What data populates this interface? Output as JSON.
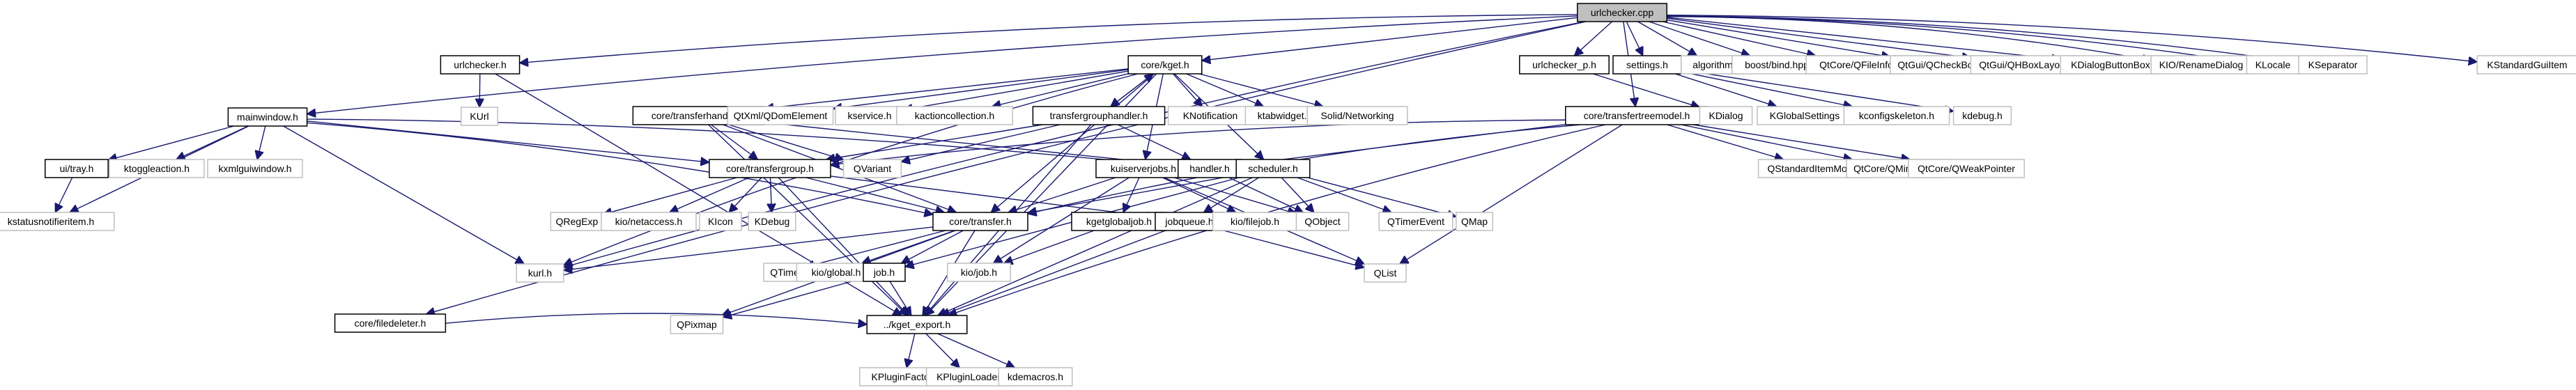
{
  "title": "urlchecker.cpp include dependency graph",
  "colors": {
    "edge": "#191970",
    "root_fill": "#bfbfbf",
    "internal_border": "#000000",
    "external_border": "#bfbfbf"
  },
  "nodes": [
    {
      "id": "root",
      "label": "urlchecker.cpp",
      "kind": "root"
    },
    {
      "id": "mainwindow",
      "label": "mainwindow.h",
      "kind": "internal"
    },
    {
      "id": "urlchecker_h",
      "label": "urlchecker.h",
      "kind": "internal"
    },
    {
      "id": "kget",
      "label": "core/kget.h",
      "kind": "internal"
    },
    {
      "id": "urlchecker_p",
      "label": "urlchecker_p.h",
      "kind": "internal"
    },
    {
      "id": "settings",
      "label": "settings.h",
      "kind": "internal"
    },
    {
      "id": "algorithm",
      "label": "algorithm",
      "kind": "external"
    },
    {
      "id": "bind",
      "label": "boost/bind.hpp",
      "kind": "external"
    },
    {
      "id": "qfileinfo",
      "label": "QtCore/QFileInfo",
      "kind": "external"
    },
    {
      "id": "qcheckbox",
      "label": "QtGui/QCheckBox",
      "kind": "external"
    },
    {
      "id": "qhbox",
      "label": "QtGui/QHBoxLayout",
      "kind": "external"
    },
    {
      "id": "kdbb",
      "label": "KDialogButtonBox",
      "kind": "external"
    },
    {
      "id": "rename",
      "label": "KIO/RenameDialog",
      "kind": "external"
    },
    {
      "id": "klocale",
      "label": "KLocale",
      "kind": "external"
    },
    {
      "id": "ksep",
      "label": "KSeparator",
      "kind": "external"
    },
    {
      "id": "ksgi",
      "label": "KStandardGuiItem",
      "kind": "external"
    },
    {
      "id": "kurl_top",
      "label": "KUrl",
      "kind": "external"
    },
    {
      "id": "transferhandler",
      "label": "core/transferhandler.h",
      "kind": "internal"
    },
    {
      "id": "qdom",
      "label": "QtXml/QDomElement",
      "kind": "external"
    },
    {
      "id": "kservice",
      "label": "kservice.h",
      "kind": "external"
    },
    {
      "id": "kaction",
      "label": "kactioncollection.h",
      "kind": "external"
    },
    {
      "id": "tgh",
      "label": "transfergrouphandler.h",
      "kind": "internal"
    },
    {
      "id": "knotif",
      "label": "KNotification",
      "kind": "external"
    },
    {
      "id": "ktab",
      "label": "ktabwidget.h",
      "kind": "external"
    },
    {
      "id": "solid",
      "label": "Solid/Networking",
      "kind": "external"
    },
    {
      "id": "ttm",
      "label": "core/transfertreemodel.h",
      "kind": "internal"
    },
    {
      "id": "kdialog",
      "label": "KDialog",
      "kind": "external"
    },
    {
      "id": "kglobal",
      "label": "KGlobalSettings",
      "kind": "external"
    },
    {
      "id": "kconfig",
      "label": "kconfigskeleton.h",
      "kind": "external"
    },
    {
      "id": "kdebugh",
      "label": "kdebug.h",
      "kind": "external"
    },
    {
      "id": "tray",
      "label": "ui/tray.h",
      "kind": "internal"
    },
    {
      "id": "ktoggle",
      "label": "ktoggleaction.h",
      "kind": "external"
    },
    {
      "id": "kxml",
      "label": "kxmlguiwindow.h",
      "kind": "external"
    },
    {
      "id": "tgroup",
      "label": "core/transfergroup.h",
      "kind": "internal"
    },
    {
      "id": "qvariant",
      "label": "QVariant",
      "kind": "external"
    },
    {
      "id": "kuisj",
      "label": "kuiserverjobs.h",
      "kind": "internal"
    },
    {
      "id": "handler",
      "label": "handler.h",
      "kind": "internal"
    },
    {
      "id": "scheduler",
      "label": "scheduler.h",
      "kind": "internal"
    },
    {
      "id": "qsim",
      "label": "QStandardItemModel",
      "kind": "external"
    },
    {
      "id": "qmime",
      "label": "QtCore/QMimeData",
      "kind": "external"
    },
    {
      "id": "qweak",
      "label": "QtCore/QWeakPointer",
      "kind": "external"
    },
    {
      "id": "ksni",
      "label": "kstatusnotifieritem.h",
      "kind": "external"
    },
    {
      "id": "qregexp",
      "label": "QRegExp",
      "kind": "external"
    },
    {
      "id": "netaccess",
      "label": "kio/netaccess.h",
      "kind": "external"
    },
    {
      "id": "kicon",
      "label": "KIcon",
      "kind": "external"
    },
    {
      "id": "kdebug",
      "label": "KDebug",
      "kind": "external"
    },
    {
      "id": "transfer",
      "label": "core/transfer.h",
      "kind": "internal"
    },
    {
      "id": "kgj",
      "label": "kgetglobaljob.h",
      "kind": "internal"
    },
    {
      "id": "jobqueue",
      "label": "jobqueue.h",
      "kind": "internal"
    },
    {
      "id": "filejob",
      "label": "kio/filejob.h",
      "kind": "external"
    },
    {
      "id": "qobject",
      "label": "QObject",
      "kind": "external"
    },
    {
      "id": "qtimer",
      "label": "QTimerEvent",
      "kind": "external"
    },
    {
      "id": "qmap",
      "label": "QMap",
      "kind": "external"
    },
    {
      "id": "kurlh",
      "label": "kurl.h",
      "kind": "external"
    },
    {
      "id": "qtime",
      "label": "QTime",
      "kind": "external"
    },
    {
      "id": "kioglobal",
      "label": "kio/global.h",
      "kind": "external"
    },
    {
      "id": "job",
      "label": "job.h",
      "kind": "internal"
    },
    {
      "id": "kiojob",
      "label": "kio/job.h",
      "kind": "external"
    },
    {
      "id": "qlist",
      "label": "QList",
      "kind": "external"
    },
    {
      "id": "filedeleter",
      "label": "core/filedeleter.h",
      "kind": "internal"
    },
    {
      "id": "qpixmap",
      "label": "QPixmap",
      "kind": "external"
    },
    {
      "id": "export",
      "label": "../kget_export.h",
      "kind": "internal"
    },
    {
      "id": "kpf",
      "label": "KPluginFactory",
      "kind": "external"
    },
    {
      "id": "kpl",
      "label": "KPluginLoader",
      "kind": "external"
    },
    {
      "id": "kdemacros",
      "label": "kdemacros.h",
      "kind": "external"
    }
  ],
  "edges": [
    [
      "root",
      "mainwindow"
    ],
    [
      "root",
      "urlchecker_h"
    ],
    [
      "root",
      "kget"
    ],
    [
      "root",
      "urlchecker_p"
    ],
    [
      "root",
      "settings"
    ],
    [
      "root",
      "algorithm"
    ],
    [
      "root",
      "bind"
    ],
    [
      "root",
      "qfileinfo"
    ],
    [
      "root",
      "qcheckbox"
    ],
    [
      "root",
      "qhbox"
    ],
    [
      "root",
      "kdbb"
    ],
    [
      "root",
      "rename"
    ],
    [
      "root",
      "klocale"
    ],
    [
      "root",
      "ksep"
    ],
    [
      "root",
      "ksgi"
    ],
    [
      "root",
      "ttm"
    ],
    [
      "root",
      "filedeleter"
    ],
    [
      "root",
      "kurlh"
    ],
    [
      "urlchecker_h",
      "kurl_top"
    ],
    [
      "urlchecker_h",
      "export"
    ],
    [
      "mainwindow",
      "tray"
    ],
    [
      "mainwindow",
      "ktoggle"
    ],
    [
      "mainwindow",
      "kxml"
    ],
    [
      "mainwindow",
      "ksni"
    ],
    [
      "mainwindow",
      "tgroup"
    ],
    [
      "mainwindow",
      "kurlh"
    ],
    [
      "mainwindow",
      "transfer"
    ],
    [
      "mainwindow",
      "handler"
    ],
    [
      "tray",
      "ksni"
    ],
    [
      "kget",
      "transferhandler"
    ],
    [
      "kget",
      "qdom"
    ],
    [
      "kget",
      "kservice"
    ],
    [
      "kget",
      "kaction"
    ],
    [
      "kget",
      "tgh"
    ],
    [
      "kget",
      "knotif"
    ],
    [
      "kget",
      "ktab"
    ],
    [
      "kget",
      "solid"
    ],
    [
      "kget",
      "kuisj"
    ],
    [
      "kget",
      "scheduler"
    ],
    [
      "kget",
      "transfer"
    ],
    [
      "kget",
      "kurlh"
    ],
    [
      "kget",
      "export"
    ],
    [
      "tgh",
      "kget"
    ],
    [
      "tgh",
      "tgroup"
    ],
    [
      "tgh",
      "qvariant"
    ],
    [
      "tgh",
      "handler"
    ],
    [
      "tgh",
      "export"
    ],
    [
      "transferhandler",
      "tgroup"
    ],
    [
      "transferhandler",
      "qvariant"
    ],
    [
      "transferhandler",
      "transfer"
    ],
    [
      "transferhandler",
      "handler"
    ],
    [
      "transferhandler",
      "export"
    ],
    [
      "urlchecker_p",
      "kdialog"
    ],
    [
      "settings",
      "kglobal"
    ],
    [
      "settings",
      "kconfig"
    ],
    [
      "settings",
      "kdebugh"
    ],
    [
      "ttm",
      "tgroup"
    ],
    [
      "ttm",
      "handler"
    ],
    [
      "ttm",
      "transfer"
    ],
    [
      "ttm",
      "qsim"
    ],
    [
      "ttm",
      "qmime"
    ],
    [
      "ttm",
      "qweak"
    ],
    [
      "ttm",
      "qlist"
    ],
    [
      "ttm",
      "export"
    ],
    [
      "tgroup",
      "qregexp"
    ],
    [
      "tgroup",
      "netaccess"
    ],
    [
      "tgroup",
      "kicon"
    ],
    [
      "tgroup",
      "kdebug"
    ],
    [
      "tgroup",
      "transfer"
    ],
    [
      "tgroup",
      "jobqueue"
    ],
    [
      "tgroup",
      "export"
    ],
    [
      "kuisj",
      "transfer"
    ],
    [
      "kuisj",
      "kgj"
    ],
    [
      "kuisj",
      "filejob"
    ],
    [
      "kuisj",
      "qobject"
    ],
    [
      "kuisj",
      "kiojob"
    ],
    [
      "kuisj",
      "qlist"
    ],
    [
      "handler",
      "qobject"
    ],
    [
      "scheduler",
      "transfer"
    ],
    [
      "scheduler",
      "jobqueue"
    ],
    [
      "scheduler",
      "qobject"
    ],
    [
      "scheduler",
      "qtimer"
    ],
    [
      "scheduler",
      "qmap"
    ],
    [
      "scheduler",
      "job"
    ],
    [
      "scheduler",
      "export"
    ],
    [
      "transfer",
      "kurlh"
    ],
    [
      "transfer",
      "qtime"
    ],
    [
      "transfer",
      "kioglobal"
    ],
    [
      "transfer",
      "job"
    ],
    [
      "transfer",
      "qpixmap"
    ],
    [
      "transfer",
      "export"
    ],
    [
      "kgj",
      "kiojob"
    ],
    [
      "jobqueue",
      "qlist"
    ],
    [
      "jobqueue",
      "export"
    ],
    [
      "job",
      "qpixmap"
    ],
    [
      "job",
      "export"
    ],
    [
      "filedeleter",
      "export"
    ],
    [
      "export",
      "kpf"
    ],
    [
      "export",
      "kpl"
    ],
    [
      "export",
      "kdemacros"
    ]
  ]
}
